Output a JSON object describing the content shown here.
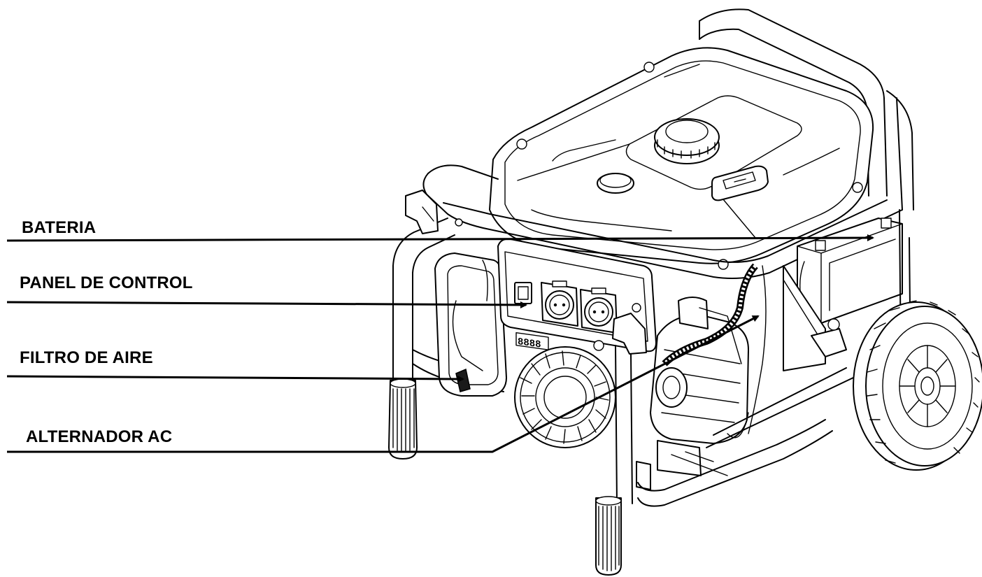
{
  "labels": {
    "bateria": "BATERIA",
    "panel_de_control": "PANEL DE CONTROL",
    "filtro_de_aire": "FILTRO DE AIRE",
    "alternador_ac": "ALTERNADOR AC"
  },
  "panel": {
    "display": "8888"
  },
  "colors": {
    "line": "#000000",
    "background": "#ffffff"
  }
}
